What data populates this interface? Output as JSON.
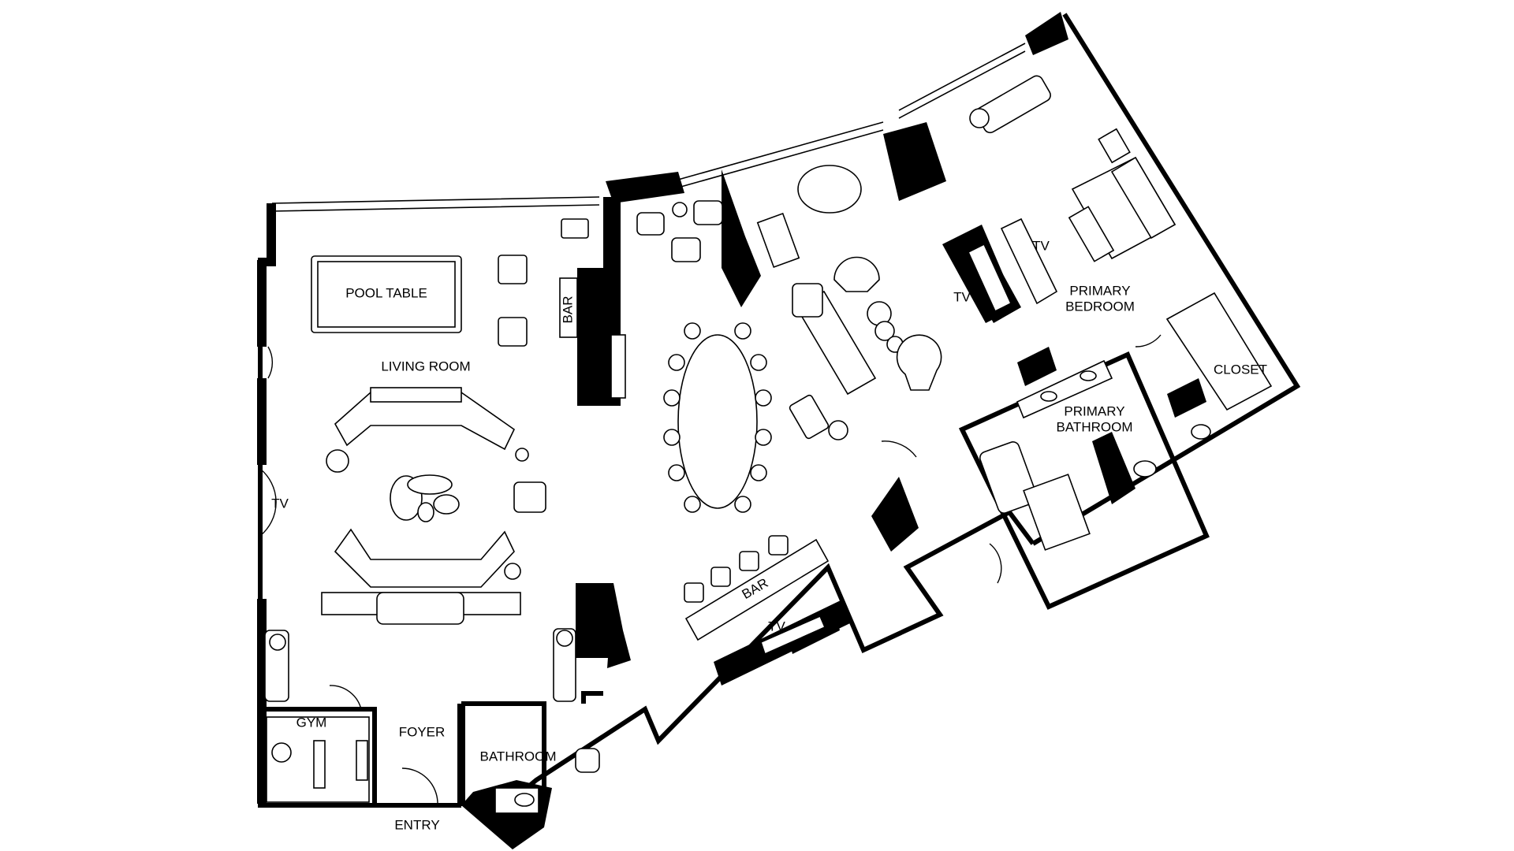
{
  "labels": {
    "pool_table": "POOL TABLE",
    "living_room": "LIVING ROOM",
    "bar_left": "BAR",
    "tv_left": "TV",
    "gym": "GYM",
    "foyer": "FOYER",
    "bathroom": "BATHROOM",
    "entry": "ENTRY",
    "bar_dining": "BAR",
    "tv_dining": "TV",
    "tv_bed_1": "TV",
    "tv_bed_2": "TV",
    "primary_bedroom_1": "PRIMARY",
    "primary_bedroom_2": "BEDROOM",
    "closet": "CLOSET",
    "primary_bathroom_1": "PRIMARY",
    "primary_bathroom_2": "BATHROOM"
  },
  "colors": {
    "ink": "#000000",
    "paper": "#ffffff"
  }
}
